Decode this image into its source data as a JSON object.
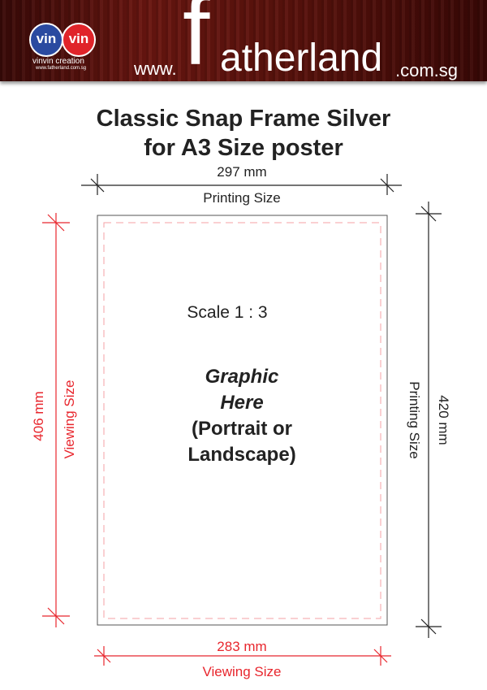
{
  "header": {
    "logo_left": "vin",
    "logo_right": "vin",
    "logo_name": "vinvin creation",
    "logo_url": "www.fatherland.com.sg",
    "site_prefix": "www.",
    "site_f": "f",
    "site_rest": "atherland",
    "site_tld": ".com.sg"
  },
  "title": {
    "line1": "Classic Snap Frame Silver",
    "line2": "for A3 Size poster"
  },
  "dimensions": {
    "top_value": "297 mm",
    "top_label": "Printing Size",
    "left_value": "406 mm",
    "left_label": "Viewing Size",
    "right_value": "420 mm",
    "right_label": "Printing Size",
    "bottom_value": "283 mm",
    "bottom_label": "Viewing Size"
  },
  "content": {
    "scale": "Scale  1 : 3",
    "graphic_line1": "Graphic",
    "graphic_line2": "Here",
    "graphic_line3": "(Portrait or",
    "graphic_line4": "Landscape)"
  },
  "colors": {
    "red": "#e8262d",
    "header": "#5a120c"
  }
}
